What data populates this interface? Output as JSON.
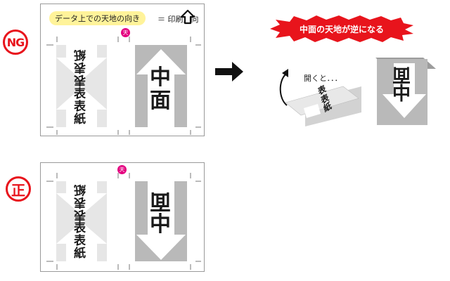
{
  "labels": {
    "ng": "NG",
    "correct": "正",
    "legend": "データ上での天地の向き",
    "legend_rest": "＝ 印刷方向",
    "ten": "天",
    "burst": "中面の天地が逆になる",
    "open": "開くと．．．"
  },
  "cover_text": {
    "line1": [
      "表",
      "表",
      "紙"
    ],
    "line2": [
      "表",
      "表",
      "紙"
    ]
  },
  "inner_text": [
    "中",
    "面"
  ],
  "colors": {
    "red": "#e8141c",
    "magenta": "#e4007f",
    "yellow": "#fff39a",
    "light_gray": "#e6e6e6",
    "mid_gray": "#b9b9b9"
  },
  "icons": [
    "up-arrow-outline-icon",
    "right-arrow-icon",
    "curved-arrow-icon"
  ]
}
